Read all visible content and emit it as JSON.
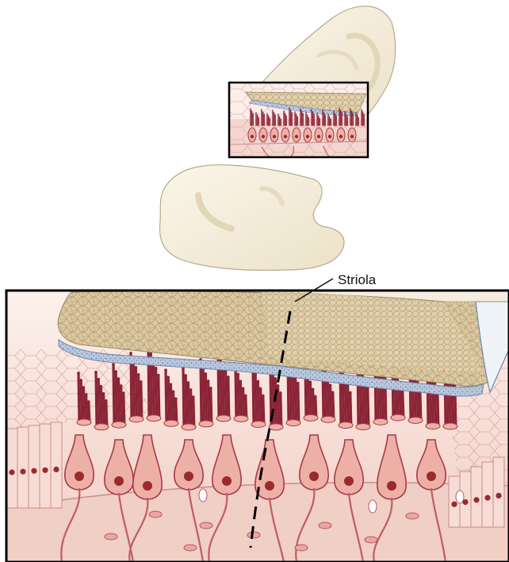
{
  "figure": {
    "label_striola": "Striola"
  },
  "colors": {
    "membrane_fill": "#f3ecd9",
    "membrane_stroke": "#b7a98a",
    "otoconia_fill": "#dcc9a2",
    "otoconia_line": "#b49d74",
    "gel_fill": "#b8c7dc",
    "gel_stroke": "#6f86ad",
    "tissue_pink": "#f6ddd6",
    "tissue_light": "#fbeee9",
    "tissue_deep": "#eecac0",
    "cell_fill": "#edb0a6",
    "cell_stroke": "#a8394a",
    "nucleus": "#9a2a2d",
    "stereocilia": "#8a2436",
    "frame": "#000000"
  },
  "icons": {
    "pointer": "label-leader-line",
    "boundary": "striola-dashed-line"
  }
}
